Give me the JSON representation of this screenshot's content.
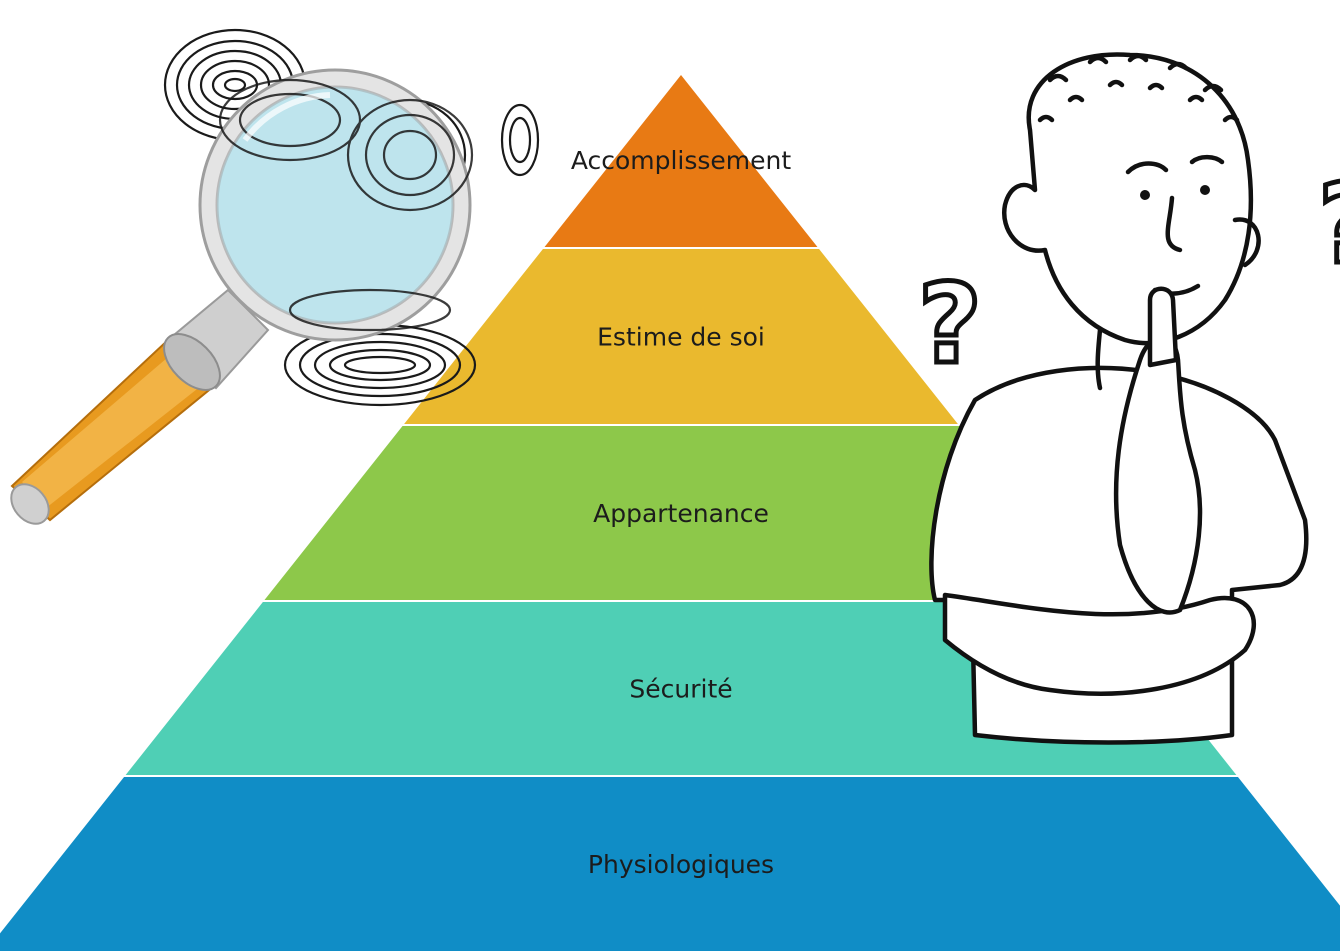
{
  "diagram": {
    "type": "pyramid",
    "levels": [
      {
        "label": "Accomplissement",
        "color": "#E87A14"
      },
      {
        "label": "Estime de soi",
        "color": "#EAB92E"
      },
      {
        "label": "Appartenance",
        "color": "#8DC84A"
      },
      {
        "label": "Sécurité",
        "color": "#4FCFB5"
      },
      {
        "label": "Physiologiques",
        "color": "#108DC6"
      }
    ]
  },
  "illustrations": {
    "magnifier": {
      "icon": "magnifying-glass-icon",
      "handle_color": "#E89A1F",
      "lens_color": "#CFEBF2"
    },
    "fingerprints": {
      "icon": "fingerprint-icon"
    },
    "person": {
      "icon": "thinking-person-icon"
    },
    "question_marks": {
      "icon": "question-mark-icon"
    }
  }
}
